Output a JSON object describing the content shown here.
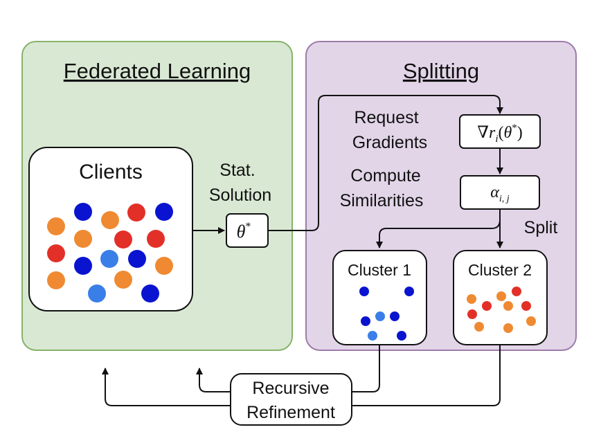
{
  "panels": {
    "federated_title": "Federated Learning",
    "splitting_title": "Splitting"
  },
  "clients": {
    "title": "Clients",
    "dots": [
      {
        "c": "orange"
      },
      {
        "c": "blue"
      },
      {
        "c": "orange"
      },
      {
        "c": "red"
      },
      {
        "c": "blue"
      },
      {
        "c": "red"
      },
      {
        "c": "orange"
      },
      {
        "c": "red"
      },
      {
        "c": "red"
      },
      {
        "c": "blue"
      },
      {
        "c": "lightblue"
      },
      {
        "c": "blue"
      },
      {
        "c": "orange"
      },
      {
        "c": "orange"
      },
      {
        "c": "orange"
      },
      {
        "c": "lightblue"
      },
      {
        "c": "blue"
      }
    ]
  },
  "labels": {
    "stat_line1": "Stat.",
    "stat_line2": "Solution",
    "request_line1": "Request",
    "request_line2": "Gradients",
    "compute_line1": "Compute",
    "compute_line2": "Similarities",
    "split": "Split",
    "recursive_line1": "Recursive",
    "recursive_line2": "Refinement"
  },
  "math": {
    "theta": "θ",
    "star": "*",
    "nabla": "∇",
    "r": "r",
    "i": "i",
    "open": "(",
    "close": ")",
    "alpha": "α",
    "ij": "i, j"
  },
  "clusters": [
    {
      "title": "Cluster 1",
      "dots": [
        {
          "c": "blue"
        },
        {
          "c": "blue"
        },
        {
          "c": "blue"
        },
        {
          "c": "lightblue"
        },
        {
          "c": "blue"
        },
        {
          "c": "lightblue"
        },
        {
          "c": "blue"
        }
      ]
    },
    {
      "title": "Cluster 2",
      "dots": [
        {
          "c": "orange"
        },
        {
          "c": "red"
        },
        {
          "c": "orange"
        },
        {
          "c": "red"
        },
        {
          "c": "red"
        },
        {
          "c": "orange"
        },
        {
          "c": "red"
        },
        {
          "c": "orange"
        },
        {
          "c": "orange"
        },
        {
          "c": "orange"
        }
      ]
    }
  ],
  "colors": {
    "blue": "#0a14d0",
    "lightblue": "#3a7ee8",
    "red": "#e23028",
    "orange": "#ef8a32",
    "green_fill": "#d9e8d3",
    "green_stroke": "#86b26a",
    "purple_fill": "#e2d5e8",
    "purple_stroke": "#9d7ba9"
  }
}
